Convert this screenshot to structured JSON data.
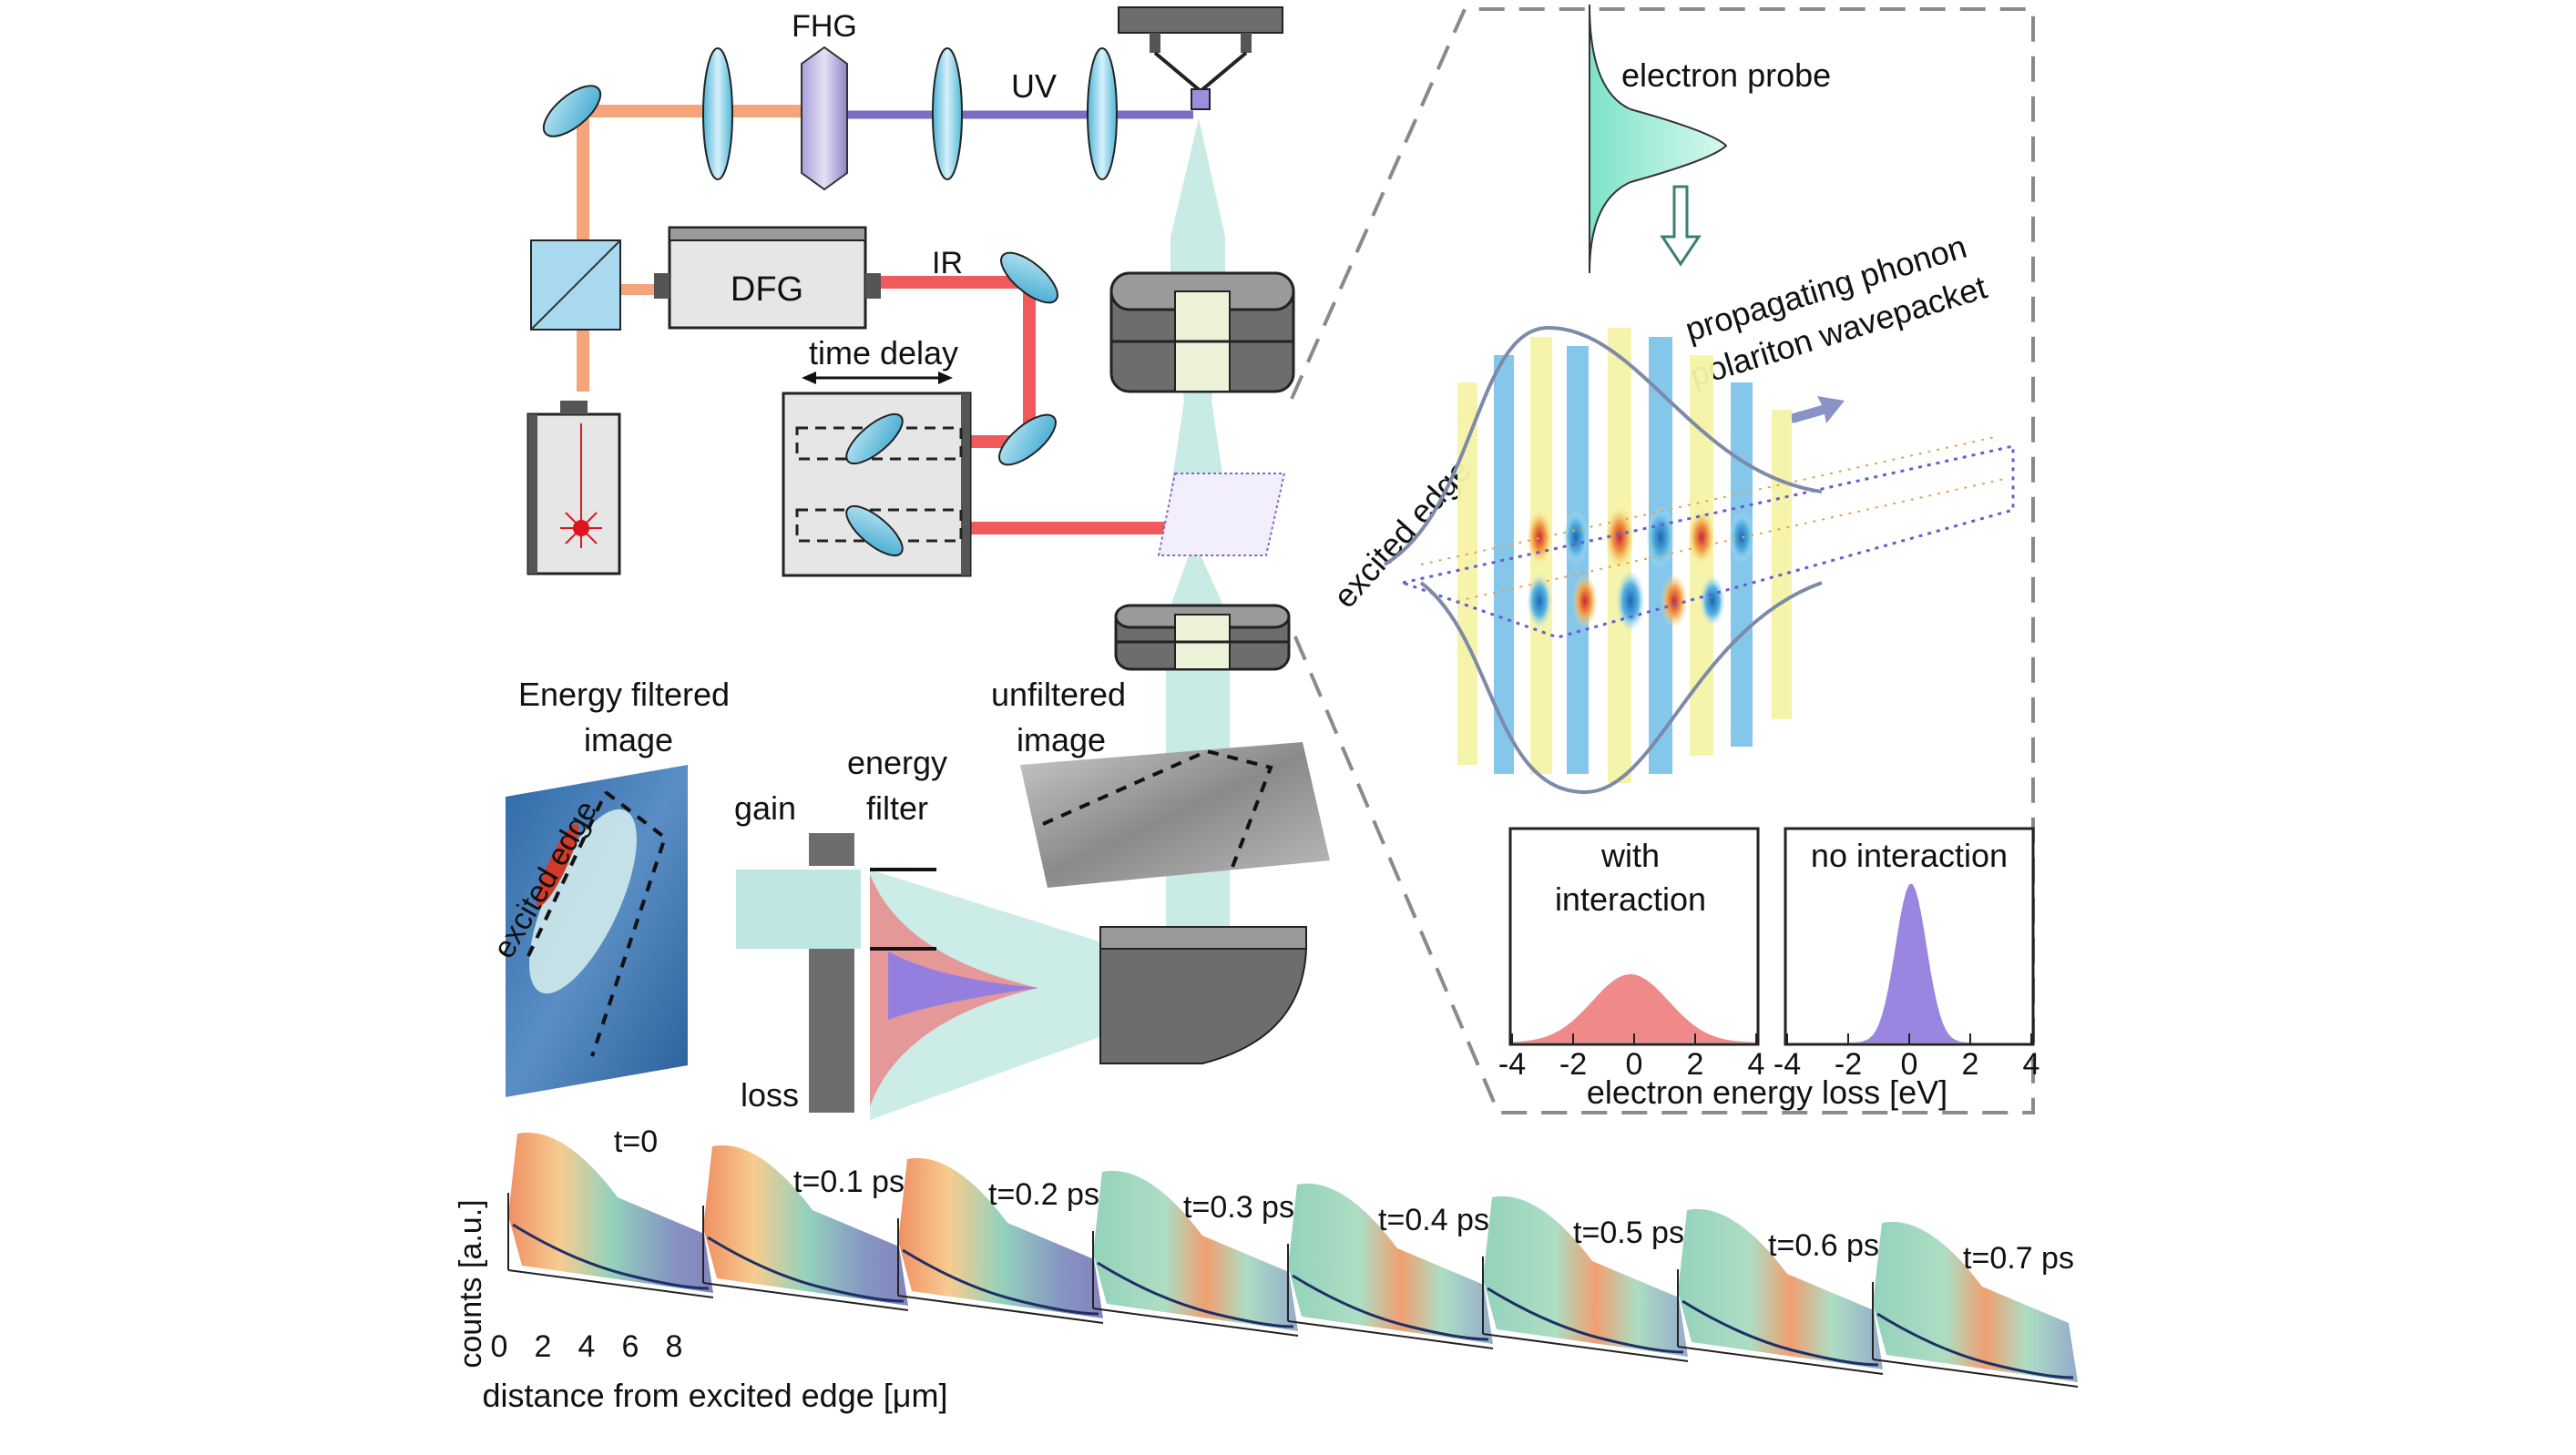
{
  "setup": {
    "fhg": "FHG",
    "uv": "UV",
    "dfg": "DFG",
    "ir": "IR",
    "time_delay": "time delay"
  },
  "inset": {
    "electron_probe": "electron probe",
    "wavepacket_line1": "propagating phonon",
    "wavepacket_line2": "polariton wavepacket",
    "excited_edge": "excited edge"
  },
  "imaging": {
    "energy_filtered_line1": "Energy filtered",
    "energy_filtered_line2": "image",
    "excited_edge": "excited edge",
    "gain": "gain",
    "loss": "loss",
    "energy_filter_line1": "energy",
    "energy_filter_line2": "filter",
    "unfiltered_line1": "unfiltered",
    "unfiltered_line2": "image"
  },
  "spectra": {
    "with_line1": "with",
    "with_line2": "interaction",
    "without": "no interaction",
    "xlabel": "electron energy loss [eV]",
    "ticks_left": [
      "-4",
      "-2",
      "0",
      "2",
      "4"
    ],
    "ticks_right": [
      "-4",
      "-2",
      "0",
      "2",
      "4"
    ],
    "colors": {
      "with": "#f08a8a",
      "without": "#9a85e0"
    }
  },
  "timeseries": {
    "ylabel": "counts [a.u.]",
    "xlabel": "distance from excited edge [μm]",
    "xticks": [
      "0",
      "2",
      "4",
      "6",
      "8"
    ],
    "times": [
      "t=0",
      "t=0.1 ps",
      "t=0.2 ps",
      "t=0.3 ps",
      "t=0.4 ps",
      "t=0.5 ps",
      "t=0.6 ps",
      "t=0.7 ps"
    ]
  }
}
